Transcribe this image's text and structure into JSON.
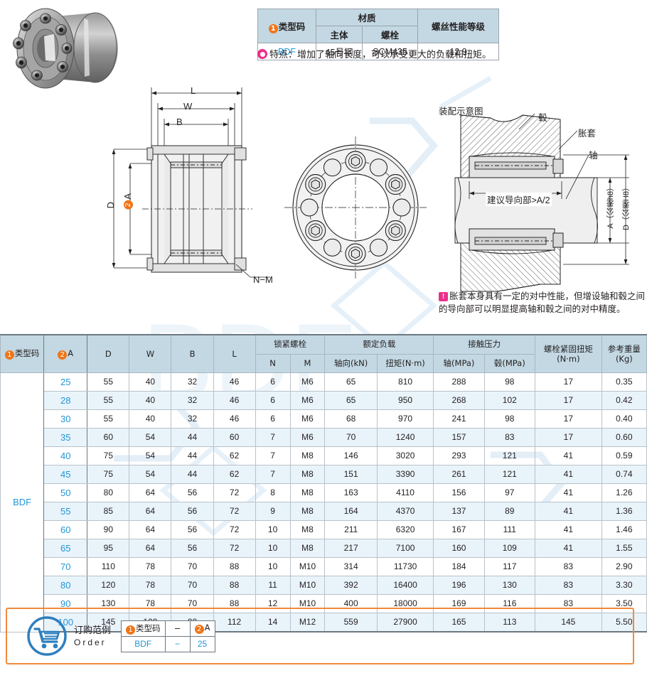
{
  "material_table": {
    "col_type_code": "类型码",
    "col_material": "材质",
    "col_body": "主体",
    "col_bolt": "螺栓",
    "col_grade": "螺丝性能等级",
    "row": {
      "type_code": "BDF",
      "body": "45号钢",
      "bolt": "SCM435",
      "grade": "12.9"
    }
  },
  "feature_note": "特点：增加了轴向长度，可以承受更大的负载和扭矩。",
  "drawing": {
    "label_L": "L",
    "label_W": "W",
    "label_B": "B",
    "label_D": "D",
    "label_A": "A",
    "label_NM": "N−M",
    "assembly_title": "装配示意图",
    "label_hub": "毂",
    "label_sleeve": "胀套",
    "label_shaft": "轴",
    "guide_note": "建议导向部>A/2",
    "tolerance_a": "A（公差h8）",
    "tolerance_d": "D（公差H8）",
    "centering_note": "胀套本身具有一定的对中性能，但增设轴和毂之间的导向部可以明显提高轴和毂之间的对中精度。"
  },
  "spec_table": {
    "headers": {
      "type_code": "类型码",
      "a": "A",
      "d": "D",
      "w": "W",
      "b": "B",
      "l": "L",
      "lock_bolt": "锁紧螺栓",
      "n": "N",
      "m": "M",
      "rated_load": "额定负载",
      "axial_kn": "轴向(kN)",
      "torque_nm": "扭矩(N·m)",
      "contact_pressure": "接触压力",
      "shaft_mpa": "轴(MPa)",
      "hub_mpa": "毂(MPa)",
      "bolt_torque": "螺栓紧固扭矩",
      "bolt_torque_unit": "(N·m)",
      "weight": "参考重量",
      "weight_unit": "(Kg)"
    },
    "type_code": "BDF",
    "rows": [
      {
        "a": "25",
        "d": "55",
        "w": "40",
        "b": "32",
        "l": "46",
        "n": "6",
        "m": "M6",
        "axial": "65",
        "torque": "810",
        "shaft": "288",
        "hub": "98",
        "bolt_torque": "17",
        "weight": "0.35"
      },
      {
        "a": "28",
        "d": "55",
        "w": "40",
        "b": "32",
        "l": "46",
        "n": "6",
        "m": "M6",
        "axial": "65",
        "torque": "950",
        "shaft": "268",
        "hub": "102",
        "bolt_torque": "17",
        "weight": "0.42"
      },
      {
        "a": "30",
        "d": "55",
        "w": "40",
        "b": "32",
        "l": "46",
        "n": "6",
        "m": "M6",
        "axial": "68",
        "torque": "970",
        "shaft": "241",
        "hub": "98",
        "bolt_torque": "17",
        "weight": "0.40"
      },
      {
        "a": "35",
        "d": "60",
        "w": "54",
        "b": "44",
        "l": "60",
        "n": "7",
        "m": "M6",
        "axial": "70",
        "torque": "1240",
        "shaft": "157",
        "hub": "83",
        "bolt_torque": "17",
        "weight": "0.60"
      },
      {
        "a": "40",
        "d": "75",
        "w": "54",
        "b": "44",
        "l": "62",
        "n": "7",
        "m": "M8",
        "axial": "146",
        "torque": "3020",
        "shaft": "293",
        "hub": "121",
        "bolt_torque": "41",
        "weight": "0.59"
      },
      {
        "a": "45",
        "d": "75",
        "w": "54",
        "b": "44",
        "l": "62",
        "n": "7",
        "m": "M8",
        "axial": "151",
        "torque": "3390",
        "shaft": "261",
        "hub": "121",
        "bolt_torque": "41",
        "weight": "0.74"
      },
      {
        "a": "50",
        "d": "80",
        "w": "64",
        "b": "56",
        "l": "72",
        "n": "8",
        "m": "M8",
        "axial": "163",
        "torque": "4110",
        "shaft": "156",
        "hub": "97",
        "bolt_torque": "41",
        "weight": "1.26"
      },
      {
        "a": "55",
        "d": "85",
        "w": "64",
        "b": "56",
        "l": "72",
        "n": "9",
        "m": "M8",
        "axial": "164",
        "torque": "4370",
        "shaft": "137",
        "hub": "89",
        "bolt_torque": "41",
        "weight": "1.36"
      },
      {
        "a": "60",
        "d": "90",
        "w": "64",
        "b": "56",
        "l": "72",
        "n": "10",
        "m": "M8",
        "axial": "211",
        "torque": "6320",
        "shaft": "167",
        "hub": "111",
        "bolt_torque": "41",
        "weight": "1.46"
      },
      {
        "a": "65",
        "d": "95",
        "w": "64",
        "b": "56",
        "l": "72",
        "n": "10",
        "m": "M8",
        "axial": "217",
        "torque": "7100",
        "shaft": "160",
        "hub": "109",
        "bolt_torque": "41",
        "weight": "1.55"
      },
      {
        "a": "70",
        "d": "110",
        "w": "78",
        "b": "70",
        "l": "88",
        "n": "10",
        "m": "M10",
        "axial": "314",
        "torque": "11730",
        "shaft": "184",
        "hub": "117",
        "bolt_torque": "83",
        "weight": "2.90"
      },
      {
        "a": "80",
        "d": "120",
        "w": "78",
        "b": "70",
        "l": "88",
        "n": "11",
        "m": "M10",
        "axial": "392",
        "torque": "16400",
        "shaft": "196",
        "hub": "130",
        "bolt_torque": "83",
        "weight": "3.30"
      },
      {
        "a": "90",
        "d": "130",
        "w": "78",
        "b": "70",
        "l": "88",
        "n": "12",
        "m": "M10",
        "axial": "400",
        "torque": "18000",
        "shaft": "169",
        "hub": "116",
        "bolt_torque": "83",
        "weight": "3.50"
      },
      {
        "a": "100",
        "d": "145",
        "w": "100",
        "b": "90",
        "l": "112",
        "n": "14",
        "m": "M12",
        "axial": "559",
        "torque": "27900",
        "shaft": "165",
        "hub": "113",
        "bolt_torque": "145",
        "weight": "5.50"
      }
    ]
  },
  "order_example": {
    "title_cn": "订购范例",
    "title_en": "Order",
    "header_type_code": "类型码",
    "header_a": "A",
    "separator": "−",
    "value_type_code": "BDF",
    "value_a": "25"
  },
  "colors": {
    "badge_orange": "#ee7518",
    "accent_pink": "#ec2f8a",
    "link_blue": "#2196d6",
    "header_blue": "#c3d8e3",
    "row_alt": "#e9f3fa",
    "order_border": "#f08a3c"
  }
}
